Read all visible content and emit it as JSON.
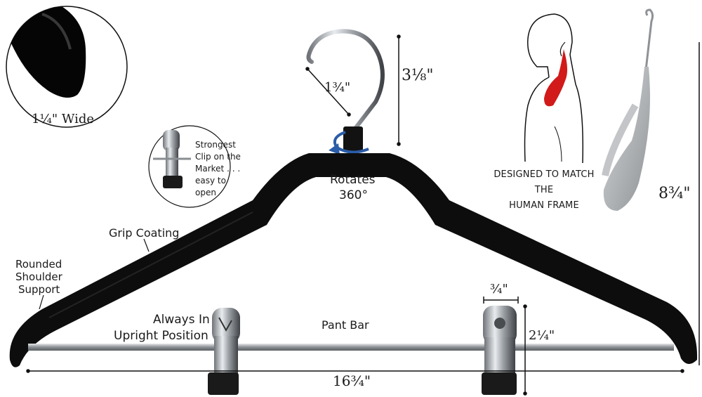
{
  "callouts": {
    "wide": "1¼\" Wide",
    "clip_lines": [
      "Strongest",
      "Clip on the",
      "Market . . .",
      "easy to",
      "open"
    ],
    "rotates_lines": [
      "Rotates",
      "360°"
    ],
    "grip": "Grip Coating",
    "shoulder_lines": [
      "Rounded",
      "Shoulder",
      "Support"
    ],
    "upright_lines": [
      "Always In",
      "Upright Position"
    ],
    "pant_bar": "Pant Bar",
    "frame_lines": [
      "DESIGNED TO MATCH",
      "THE",
      "HUMAN FRAME"
    ]
  },
  "dimensions": {
    "hook_width": "1¾\"",
    "hook_height": "3⅛\"",
    "total_height": "8¾\"",
    "total_width": "16¾\"",
    "clip_width": "¾\"",
    "clip_height": "2¼\""
  },
  "colors": {
    "hanger": "#0d0d0d",
    "chrome": "#b9bdc2",
    "arrow": "#2a5ca8",
    "neck_accent": "#d21a1a",
    "silhouette": "#a9adb1"
  },
  "icons": [
    "hanger-hook",
    "rotation-arrow",
    "pant-clip",
    "human-silhouette",
    "hanger-side-profile"
  ]
}
